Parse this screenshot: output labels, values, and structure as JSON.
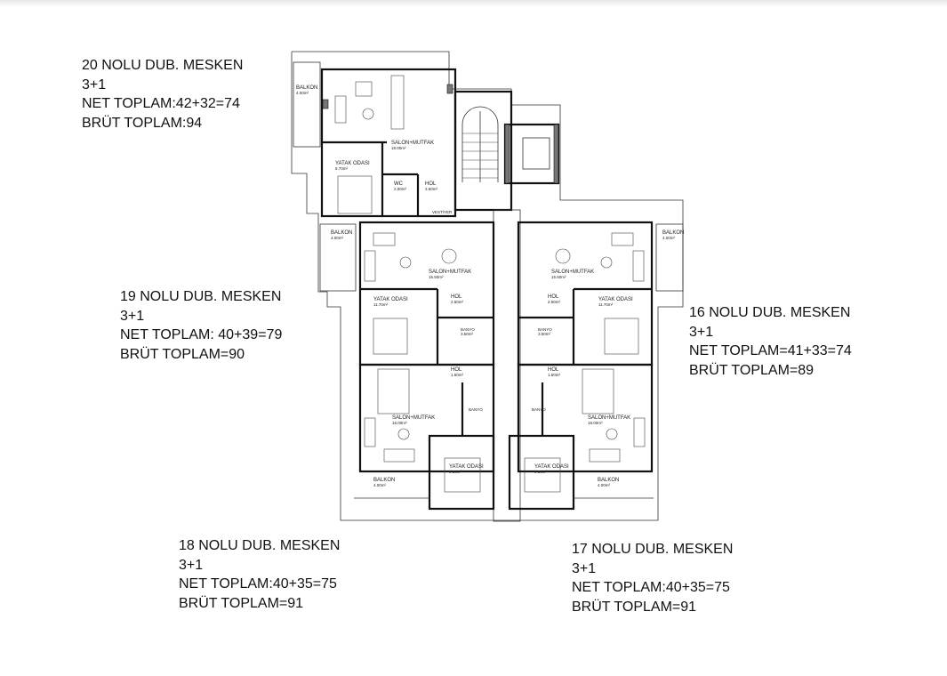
{
  "units": [
    {
      "title": "20 NOLU DUB. MESKEN",
      "type": "3+1",
      "net": "NET TOPLAM:42+32=74",
      "brut": "BRÜT TOPLAM:94"
    },
    {
      "title": "19 NOLU DUB. MESKEN",
      "type": "3+1",
      "net": "NET TOPLAM: 40+39=79",
      "brut": "BRÜT TOPLAM=90"
    },
    {
      "title": "16 NOLU DUB. MESKEN",
      "type": "3+1",
      "net": "NET TOPLAM=41+33=74",
      "brut": "BRÜT TOPLAM=89"
    },
    {
      "title": "18 NOLU DUB. MESKEN",
      "type": "3+1",
      "net": "NET TOPLAM:40+35=75",
      "brut": "BRÜT TOPLAM=91"
    },
    {
      "title": "17 NOLU DUB. MESKEN",
      "type": "3+1",
      "net": "NET TOPLAM:40+35=75",
      "brut": "BRÜT TOPLAM=91"
    }
  ],
  "rooms": {
    "u20_balkon": {
      "name": "BALKON",
      "area": "4.00m²"
    },
    "u20_salon": {
      "name": "SALON+MUTFAK",
      "area": "18.00m²"
    },
    "u20_yatak": {
      "name": "YATAK ODASI",
      "area": "8.70m²"
    },
    "u20_wc": {
      "name": "WC",
      "area": "2.00m²"
    },
    "u20_hol": {
      "name": "HOL",
      "area": "2.50m²"
    },
    "u20_vest": {
      "name": "VESTİYER"
    },
    "u19_balkon": {
      "name": "BALKON",
      "area": "4.00m²"
    },
    "u19_salon": {
      "name": "SALON+MUTFAK",
      "area": "16.50m²"
    },
    "u19_yatak": {
      "name": "YATAK ODASI",
      "area": "11.70m²"
    },
    "u19_hol": {
      "name": "HOL",
      "area": "2.50m²"
    },
    "u19_banyo": {
      "name": "BANYO",
      "area": "3.50m²"
    },
    "u19_hol2": {
      "name": "HOL",
      "area": "1.50m²"
    },
    "u16_balkon": {
      "name": "BALKON",
      "area": "4.00m²"
    },
    "u16_salon": {
      "name": "SALON+MUTFAK",
      "area": "15.50m²"
    },
    "u16_yatak": {
      "name": "YATAK ODASI",
      "area": "11.70m²"
    },
    "u16_hol": {
      "name": "HOL",
      "area": "2.50m²"
    },
    "u16_banyo": {
      "name": "BANYO",
      "area": "3.50m²"
    },
    "u16_hol2": {
      "name": "HOL",
      "area": "1.50m²"
    },
    "u18_salon": {
      "name": "SALON+MUTFAK",
      "area": "16.00m²"
    },
    "u18_yatak": {
      "name": "YATAK ODASI",
      "area": "9.50m²"
    },
    "u18_banyo": {
      "name": "BANYO"
    },
    "u18_balkon": {
      "name": "BALKON",
      "area": "4.00m²"
    },
    "u17_salon": {
      "name": "SALON+MUTFAK",
      "area": "16.00m²"
    },
    "u17_yatak": {
      "name": "YATAK ODASI",
      "area": "9.50m²"
    },
    "u17_banyo": {
      "name": "BANYO"
    },
    "u17_balkon": {
      "name": "BALKON",
      "area": "4.00m²"
    }
  },
  "colors": {
    "walls": "#111111",
    "columns": "#777777",
    "background": "#ffffff"
  }
}
